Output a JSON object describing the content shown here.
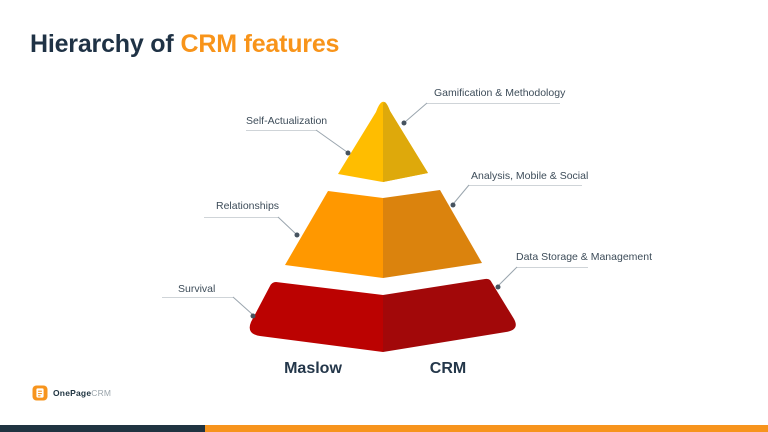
{
  "slide": {
    "title": {
      "prefix": "Hierarchy of",
      "highlight": "CRM features"
    }
  },
  "pyramid": {
    "tiers": [
      {
        "level": "top",
        "maslow_label": "Self-Actualization",
        "crm_label": "Gamification & Methodology",
        "left_color": "#FFBD00",
        "right_color": "#DEA90B"
      },
      {
        "level": "middle",
        "maslow_label": "Relationships",
        "crm_label": "Analysis, Mobile & Social",
        "left_color": "#FF9800",
        "right_color": "#DB830D"
      },
      {
        "level": "bottom",
        "maslow_label": "Survival",
        "crm_label": "Data Storage & Management",
        "left_color": "#BB0201",
        "right_color": "#A20809"
      }
    ],
    "column_labels": {
      "maslow": "Maslow",
      "crm": "CRM"
    }
  },
  "footer": {
    "brand": {
      "bold": "OnePage",
      "light": "CRM"
    },
    "bar_navy_color": "#203441",
    "bar_orange_color": "#F7941D"
  },
  "colors": {
    "title_navy": "#1F3245",
    "accent_orange": "#F8941A",
    "label_text": "#3D4C59"
  }
}
